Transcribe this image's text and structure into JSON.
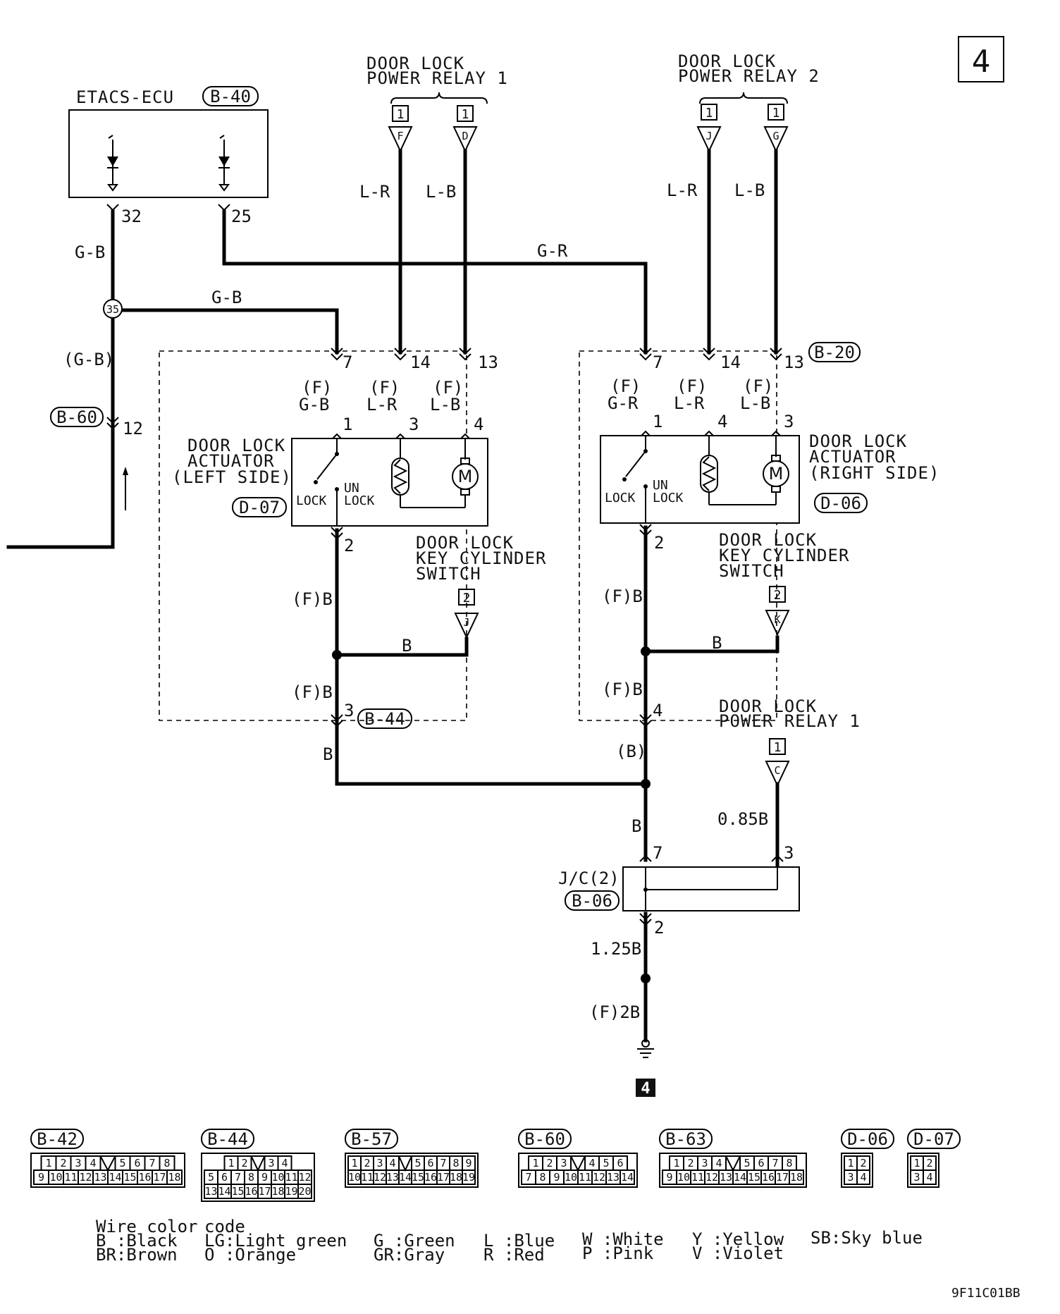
{
  "page_number": "4",
  "diagram_id": "9F11C01BB",
  "ground_label": "4",
  "ecu": {
    "name": "ETACS-ECU",
    "connector": "B-40",
    "pin_left": "32",
    "pin_right": "25"
  },
  "relay1_top": {
    "line1": "DOOR LOCK",
    "line2": "POWER RELAY 1",
    "pin_a_num": "1",
    "pin_a": "F",
    "pin_b_num": "1",
    "pin_b": "D"
  },
  "relay2_top": {
    "line1": "DOOR LOCK",
    "line2": "POWER RELAY 2",
    "pin_a_num": "1",
    "pin_a": "J",
    "pin_b_num": "1",
    "pin_b": "G"
  },
  "relay1_bottom": {
    "line1": "DOOR LOCK",
    "line2": "POWER RELAY 1",
    "pin_num": "1",
    "pin": "C"
  },
  "wires": {
    "g_b_1": "G-B",
    "g_b_2": "G-B",
    "g_b_paren": "(G-B)",
    "g_r": "G-R",
    "l_r_1": "L-R",
    "l_b_1": "L-B",
    "l_r_2": "L-R",
    "l_b_2": "L-B",
    "b_left_1": "B",
    "b_right_1": "B",
    "b_left_2": "B",
    "b_right_paren": "(B)",
    "b_center": "B",
    "w_085b": "0.85B",
    "w_125b": "1.25B",
    "w_f2b": "(F)2B",
    "f_b_l1": "(F)B",
    "f_b_l2": "(F)B",
    "f_b_r1": "(F)B",
    "f_b_r2": "(F)B"
  },
  "splice": "35",
  "b60": {
    "connector": "B-60",
    "pin": "12"
  },
  "left_actuator": {
    "name1": "DOOR LOCK",
    "name2": "ACTUATOR",
    "name3": "(LEFT SIDE)",
    "connector": "D-07",
    "top_pins": [
      "7",
      "14",
      "13"
    ],
    "pins": [
      "1",
      "3",
      "4"
    ],
    "bottom_pin": "2",
    "wire_labels": [
      {
        "f": "(F)",
        "c": "G-B"
      },
      {
        "f": "(F)",
        "c": "L-R"
      },
      {
        "f": "(F)",
        "c": "L-B"
      }
    ],
    "lock": "LOCK",
    "un": "UN",
    "unlock": "LOCK"
  },
  "right_actuator": {
    "name1": "DOOR LOCK",
    "name2": "ACTUATOR",
    "name3": "(RIGHT SIDE)",
    "connector": "D-06",
    "top_pins": [
      "7",
      "14",
      "13"
    ],
    "pins": [
      "1",
      "4",
      "3"
    ],
    "bottom_pin": "2",
    "wire_labels": [
      {
        "f": "(F)",
        "c": "G-R"
      },
      {
        "f": "(F)",
        "c": "L-R"
      },
      {
        "f": "(F)",
        "c": "L-B"
      }
    ],
    "lock": "LOCK",
    "un": "UN",
    "unlock": "LOCK",
    "harness_connector": "B-20"
  },
  "left_key_switch": {
    "line1": "DOOR LOCK",
    "line2": "KEY CYLINDER",
    "line3": "SWITCH",
    "pin_num": "2",
    "pin": "J"
  },
  "right_key_switch": {
    "line1": "DOOR LOCK",
    "line2": "KEY CYLINDER",
    "line3": "SWITCH",
    "pin_num": "2",
    "pin": "K"
  },
  "b44": {
    "connector": "B-44",
    "pin_left": "3",
    "pin_right": "4"
  },
  "jc": {
    "name": "J/C(2)",
    "connector": "B-06",
    "pin_left": "7",
    "pin_right": "3",
    "pin_bottom": "2"
  },
  "connector_views": [
    {
      "label": "B-42",
      "rows": [
        [
          "1",
          "2",
          "3",
          "4",
          "",
          "5",
          "6",
          "7",
          "8"
        ],
        [
          "9",
          "10",
          "11",
          "12",
          "13",
          "14",
          "15",
          "16",
          "17",
          "18"
        ]
      ]
    },
    {
      "label": "B-44",
      "rows": [
        [
          "1",
          "2",
          "",
          "3",
          "4"
        ],
        [
          "5",
          "6",
          "7",
          "8",
          "9",
          "10",
          "11",
          "12"
        ],
        [
          "13",
          "14",
          "15",
          "16",
          "17",
          "18",
          "19",
          "20"
        ]
      ]
    },
    {
      "label": "B-57",
      "rows": [
        [
          "1",
          "2",
          "3",
          "4",
          "",
          "5",
          "6",
          "7",
          "8",
          "9"
        ],
        [
          "10",
          "11",
          "12",
          "13",
          "14",
          "15",
          "16",
          "17",
          "18",
          "19"
        ]
      ]
    },
    {
      "label": "B-60",
      "rows": [
        [
          "1",
          "2",
          "3",
          "",
          "4",
          "5",
          "6"
        ],
        [
          "7",
          "8",
          "9",
          "10",
          "11",
          "12",
          "13",
          "14"
        ]
      ]
    },
    {
      "label": "B-63",
      "rows": [
        [
          "1",
          "2",
          "3",
          "4",
          "",
          "5",
          "6",
          "7",
          "8"
        ],
        [
          "9",
          "10",
          "11",
          "12",
          "13",
          "14",
          "15",
          "16",
          "17",
          "18"
        ]
      ]
    },
    {
      "label": "D-06",
      "rows": [
        [
          "1",
          "2"
        ],
        [
          "3",
          "4"
        ]
      ]
    },
    {
      "label": "D-07",
      "rows": [
        [
          "1",
          "2"
        ],
        [
          "3",
          "4"
        ]
      ]
    }
  ],
  "color_code": {
    "title1": "Wire color",
    "title2": "code",
    "entries": [
      "B :Black",
      "BR:Brown",
      "LG:Light green",
      "O :Orange",
      "G :Green",
      "GR:Gray",
      "L :Blue",
      "R :Red",
      "W :White",
      "P :Pink",
      "Y :Yellow",
      "V :Violet",
      "SB:Sky blue"
    ]
  },
  "colors": {
    "ink": "#111111",
    "paper": "#ffffff"
  }
}
